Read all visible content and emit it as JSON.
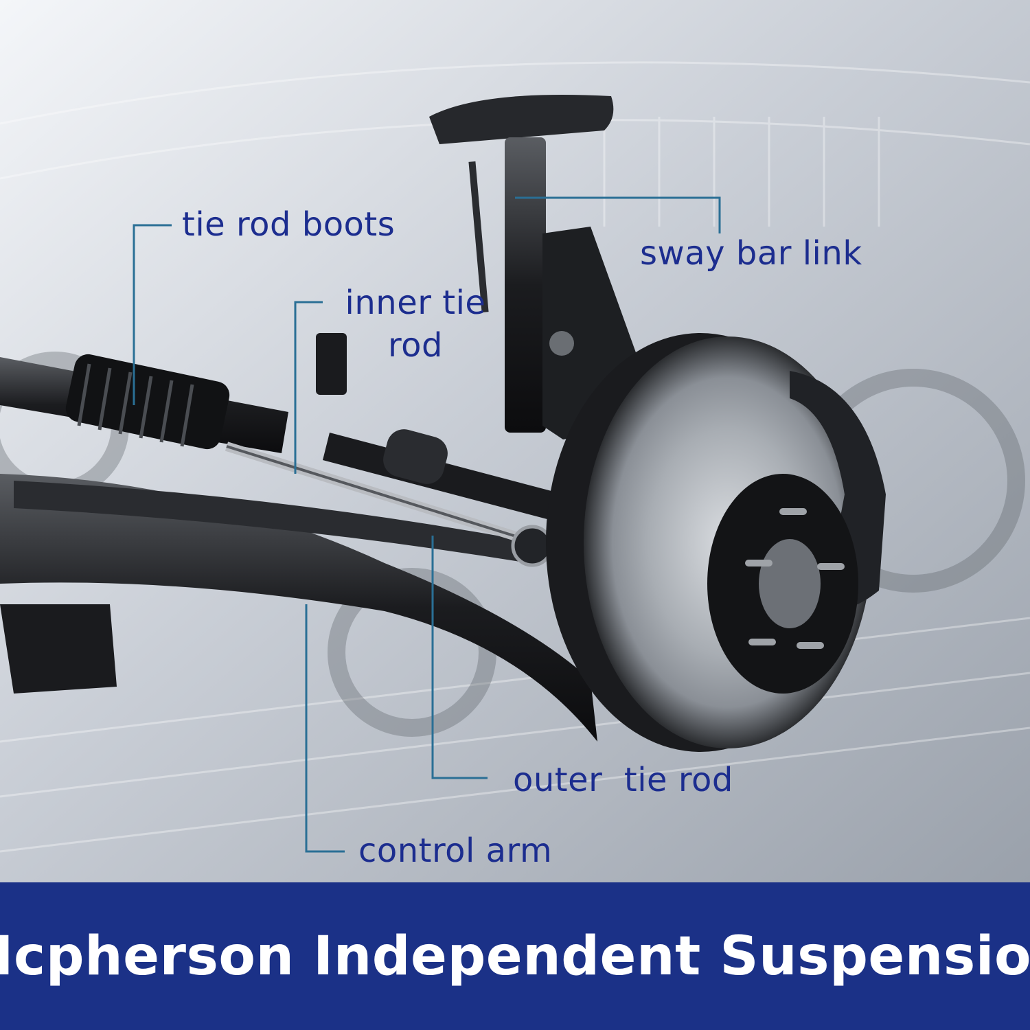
{
  "labels": {
    "tie_rod_boots": "tie rod boots",
    "inner_tie_rod": "inner tie rod",
    "sway_bar_link": "sway bar link",
    "outer_tie_rod": "outer  tie rod",
    "control_arm": "control arm"
  },
  "banner": {
    "title": "Mcpherson Independent Suspension"
  },
  "colors": {
    "label_text": "#1c2d8f",
    "leader_line": "#2a6f95",
    "banner_bg": "#1b3187",
    "banner_text": "#ffffff"
  }
}
